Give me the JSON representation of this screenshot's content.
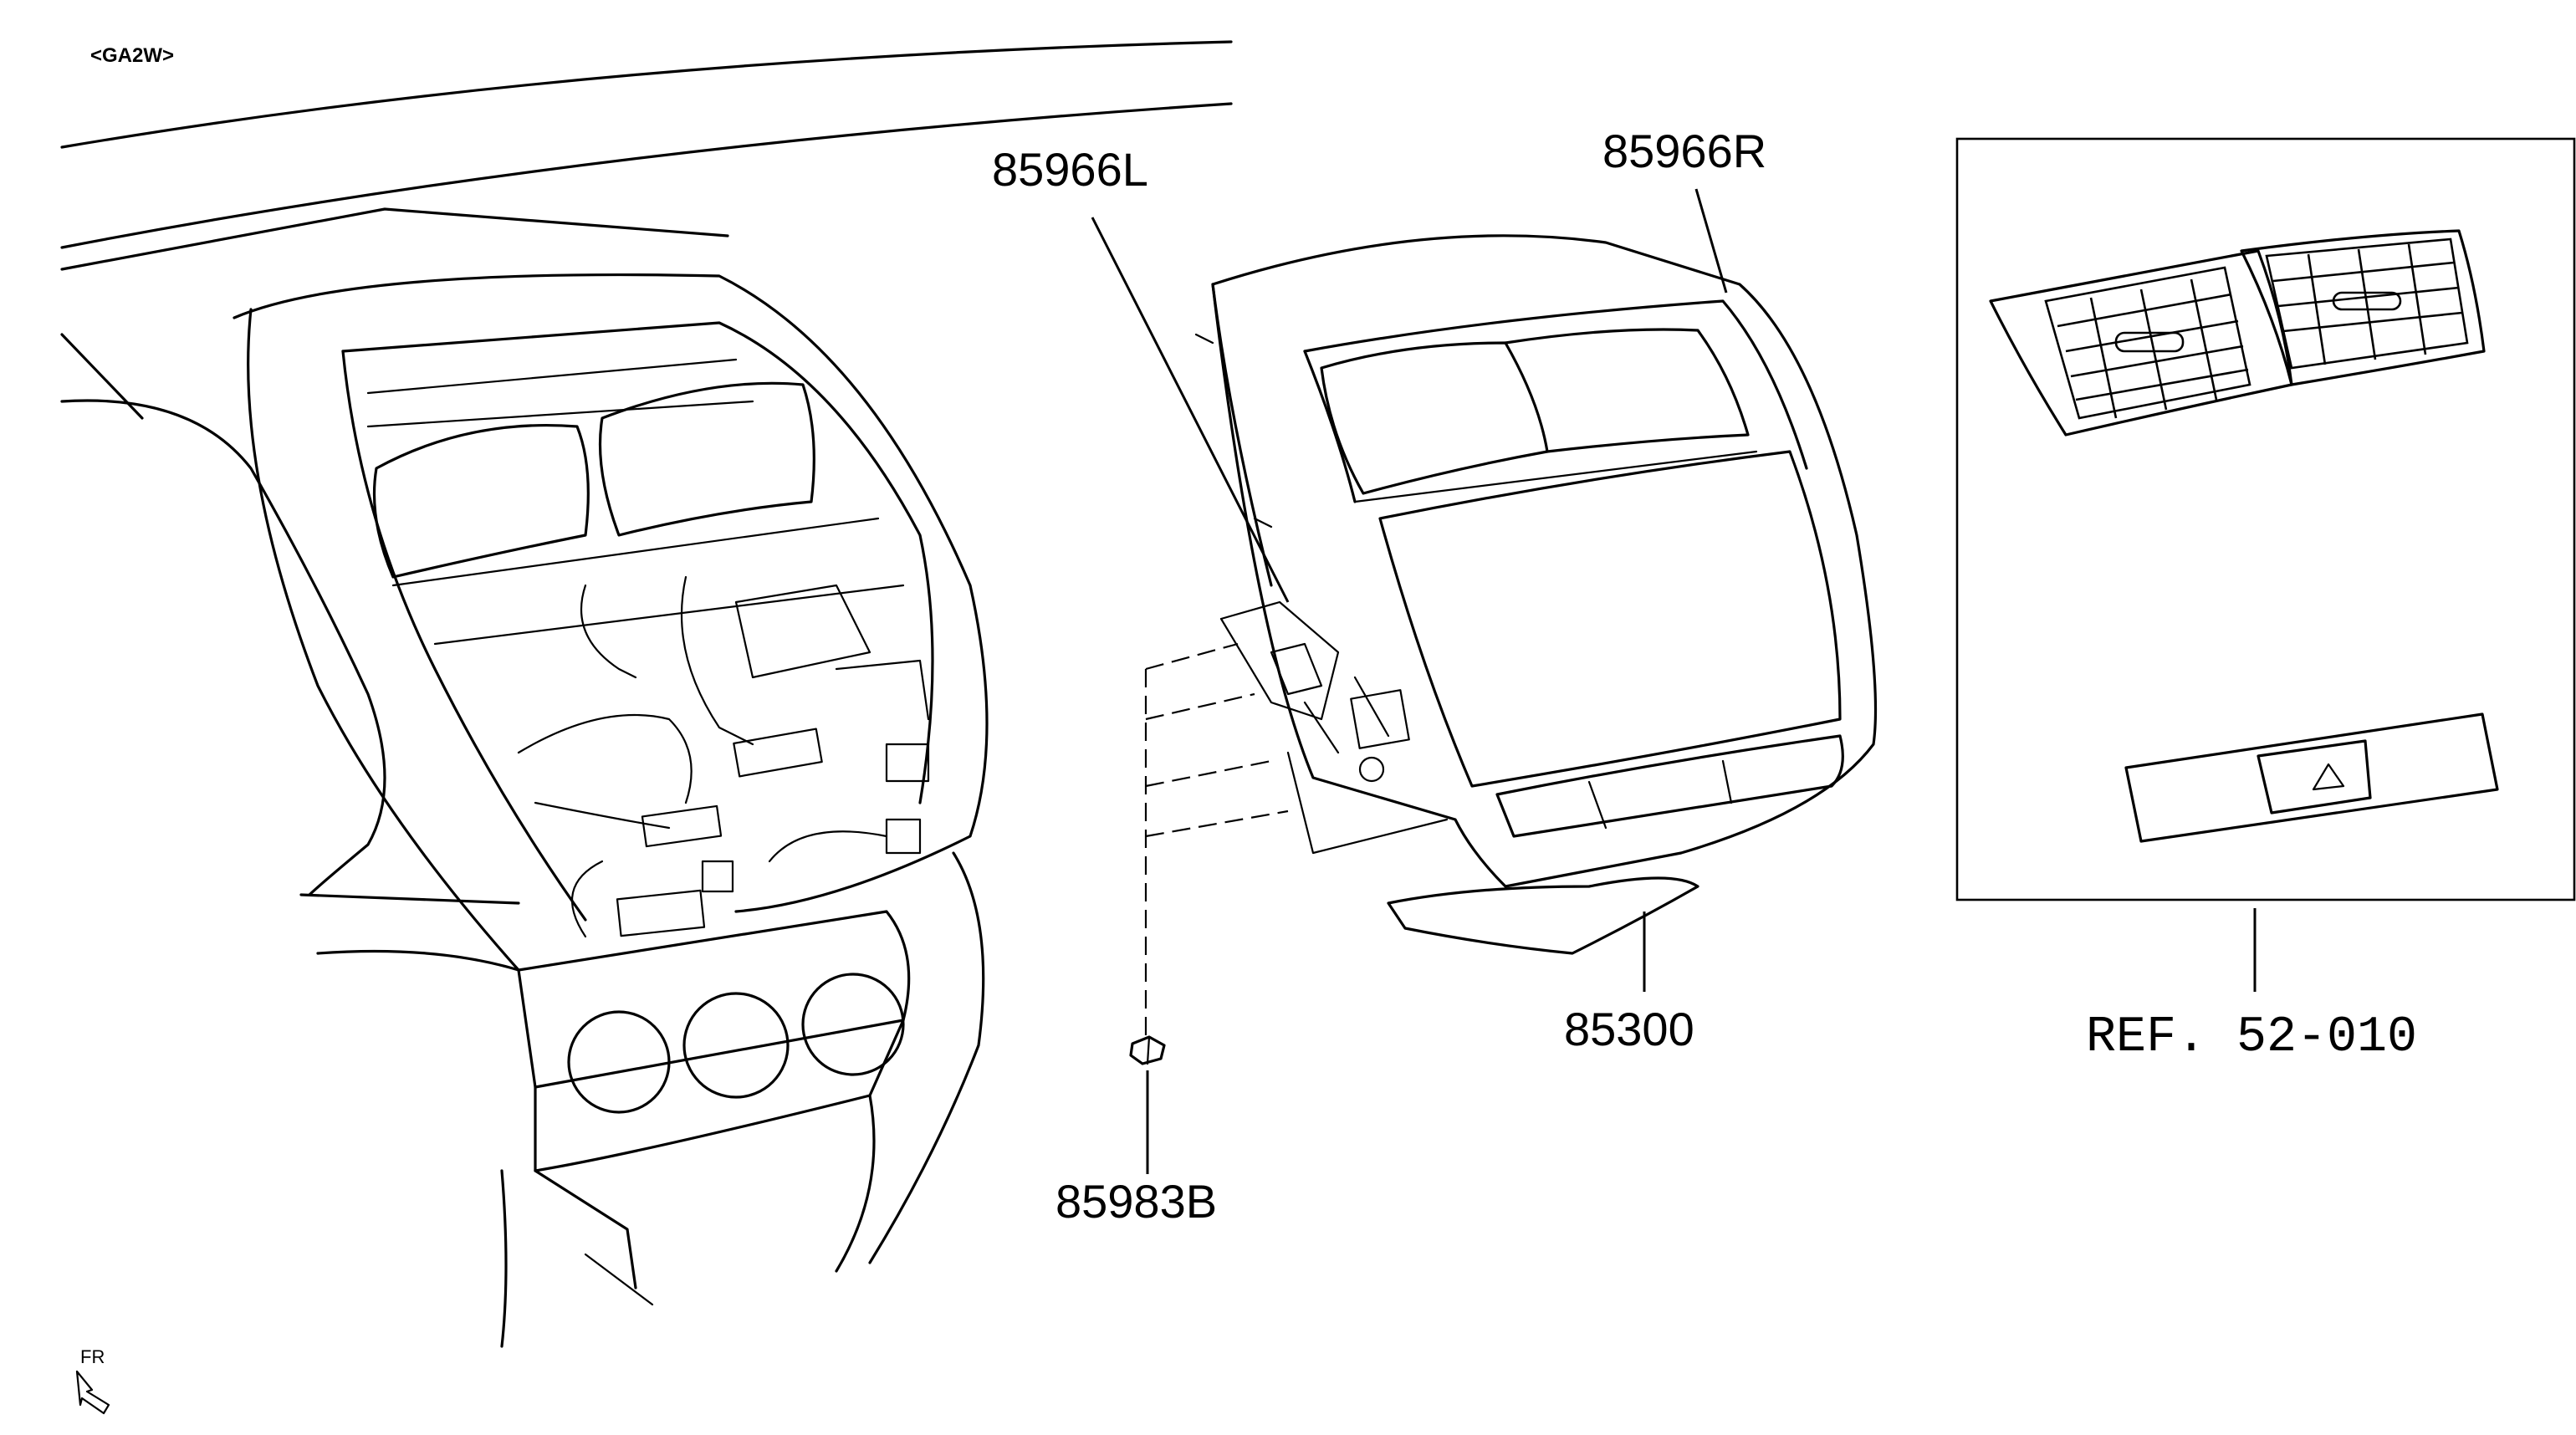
{
  "diagram": {
    "variant_label": "<GA2W>",
    "front_indicator": "FR",
    "callouts": [
      {
        "id": "85966L"
      },
      {
        "id": "85966R"
      },
      {
        "id": "85300"
      },
      {
        "id": "85983B"
      }
    ],
    "reference": {
      "text": "REF. 52-010"
    }
  }
}
